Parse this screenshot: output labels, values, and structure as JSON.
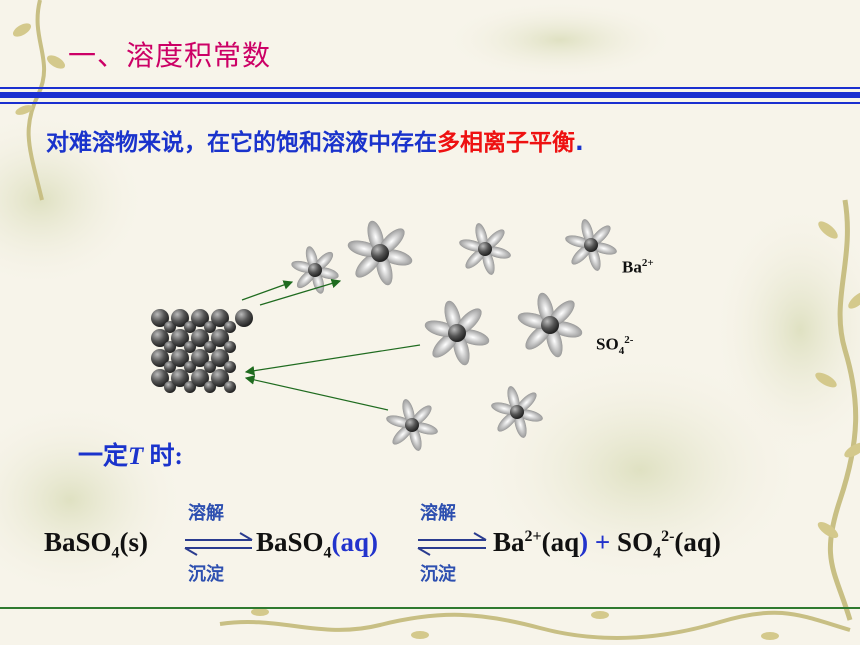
{
  "slide": {
    "title": "一、溶度积常数",
    "intro_prefix": "对难溶物来说，在它的饱和溶液中存在",
    "intro_highlight": "多相离子平衡",
    "intro_suffix": ".",
    "ion_ba": "Ba",
    "ion_ba_charge": "2+",
    "ion_so4": "SO",
    "ion_so4_sub": "4",
    "ion_so4_charge": "2-",
    "condition_prefix": "一定",
    "condition_var": "T",
    "condition_suffix": " 时:",
    "dissolve_label": "溶解",
    "precipitate_label": "沉淀",
    "equation": {
      "solid_main": "BaSO",
      "solid_sub": "4",
      "solid_state": "(s)",
      "aq_main": "BaSO",
      "aq_sub": "4",
      "aq_state": "(aq)",
      "ba_ion": "Ba",
      "ba_charge": "2+",
      "ba_state": "(aq",
      "ba_close": ")",
      "plus": " + ",
      "so4_main": "SO",
      "so4_sub": "4",
      "so4_charge": "2-",
      "so4_state": "(aq)"
    }
  },
  "colors": {
    "title": "#cc0066",
    "intro": "#1a33cc",
    "highlight": "#ee1111",
    "arrows": "#1f6b1f",
    "rule_blue": "#1a2fd0"
  },
  "icons": [
    "vine-decoration",
    "crystal-lattice-icon",
    "hydrated-ion-icon",
    "arrow-icon",
    "equilibrium-arrow-icon"
  ]
}
